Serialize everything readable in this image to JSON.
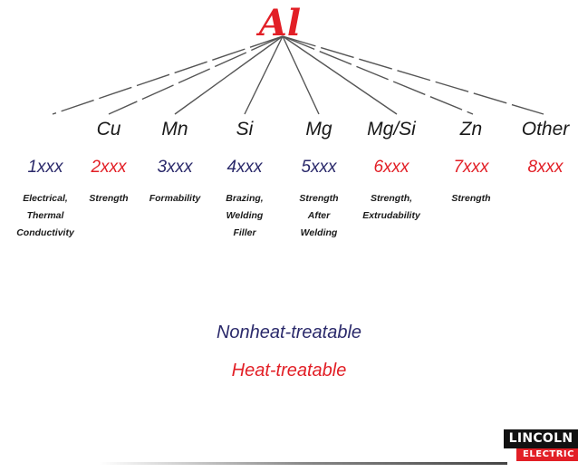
{
  "root": {
    "label": "Al"
  },
  "columns": [
    {
      "element": "",
      "series": "1xxx",
      "uses": [
        "Electrical,",
        "Thermal",
        "Conductivity"
      ],
      "treatable": "nonheat"
    },
    {
      "element": "Cu",
      "series": "2xxx",
      "uses": [
        "Strength"
      ],
      "treatable": "heat"
    },
    {
      "element": "Mn",
      "series": "3xxx",
      "uses": [
        "Formability"
      ],
      "treatable": "nonheat"
    },
    {
      "element": "Si",
      "series": "4xxx",
      "uses": [
        "Brazing,",
        "Welding",
        "Filler"
      ],
      "treatable": "nonheat"
    },
    {
      "element": "Mg",
      "series": "5xxx",
      "uses": [
        "Strength",
        "After",
        "Welding"
      ],
      "treatable": "nonheat"
    },
    {
      "element": "Mg/Si",
      "series": "6xxx",
      "uses": [
        "Strength,",
        "Extrudability"
      ],
      "treatable": "heat"
    },
    {
      "element": "Zn",
      "series": "7xxx",
      "uses": [
        "Strength"
      ],
      "treatable": "heat"
    },
    {
      "element": "Other",
      "series": "8xxx",
      "uses": [],
      "treatable": "heat"
    }
  ],
  "legend": {
    "nonheat": "Nonheat-treatable",
    "heat": "Heat-treatable"
  },
  "colors": {
    "nonheat": "#2b2a6b",
    "heat": "#e21f26",
    "lines": "#555555"
  },
  "logo": {
    "top": "LINCOLN",
    "bottom": "ELECTRIC"
  }
}
